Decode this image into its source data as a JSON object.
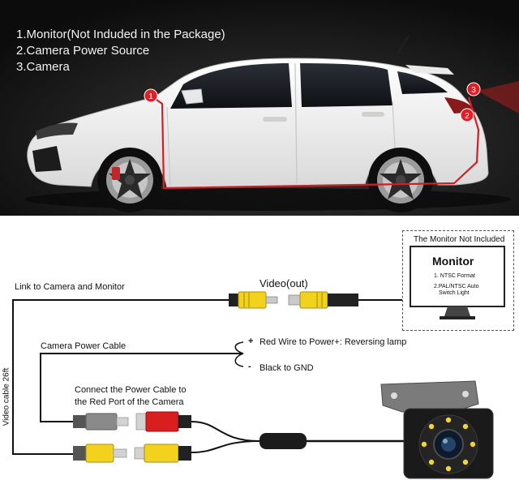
{
  "legend": {
    "item1": "1.Monitor(Not Induded in the Package)",
    "item2": "2.Camera Power Source",
    "item3": "3.Camera"
  },
  "markers": {
    "m1": "1",
    "m2": "2",
    "m3": "3"
  },
  "monitor": {
    "header": "The Monitor Not Included",
    "title": "Monitor",
    "spec1": "1. NTSC Format",
    "spec2a": "2.PAL/NTSC Auto",
    "spec2b": "Switch Light"
  },
  "labels": {
    "link": "Link to Camera and Monitor",
    "video": "Video(out)",
    "power_cable": "Camera Power Cable",
    "red_wire": "Red Wire to Power+: Reversing lamp",
    "black": "Black to GND",
    "plus": "+",
    "minus": "-",
    "connect1": "Connect the Power Cable to",
    "connect2": "the Red Port of the Camera",
    "video_cable": "Video cable 26ft"
  },
  "colors": {
    "background_top": "#141414",
    "car_body": "#f4f4f4",
    "route_line": "#d21f26",
    "marker": "#e21f26",
    "rca_yellow": "#f2d21c",
    "rca_red": "#d81e1e",
    "rca_gray": "#8a8a8a"
  }
}
